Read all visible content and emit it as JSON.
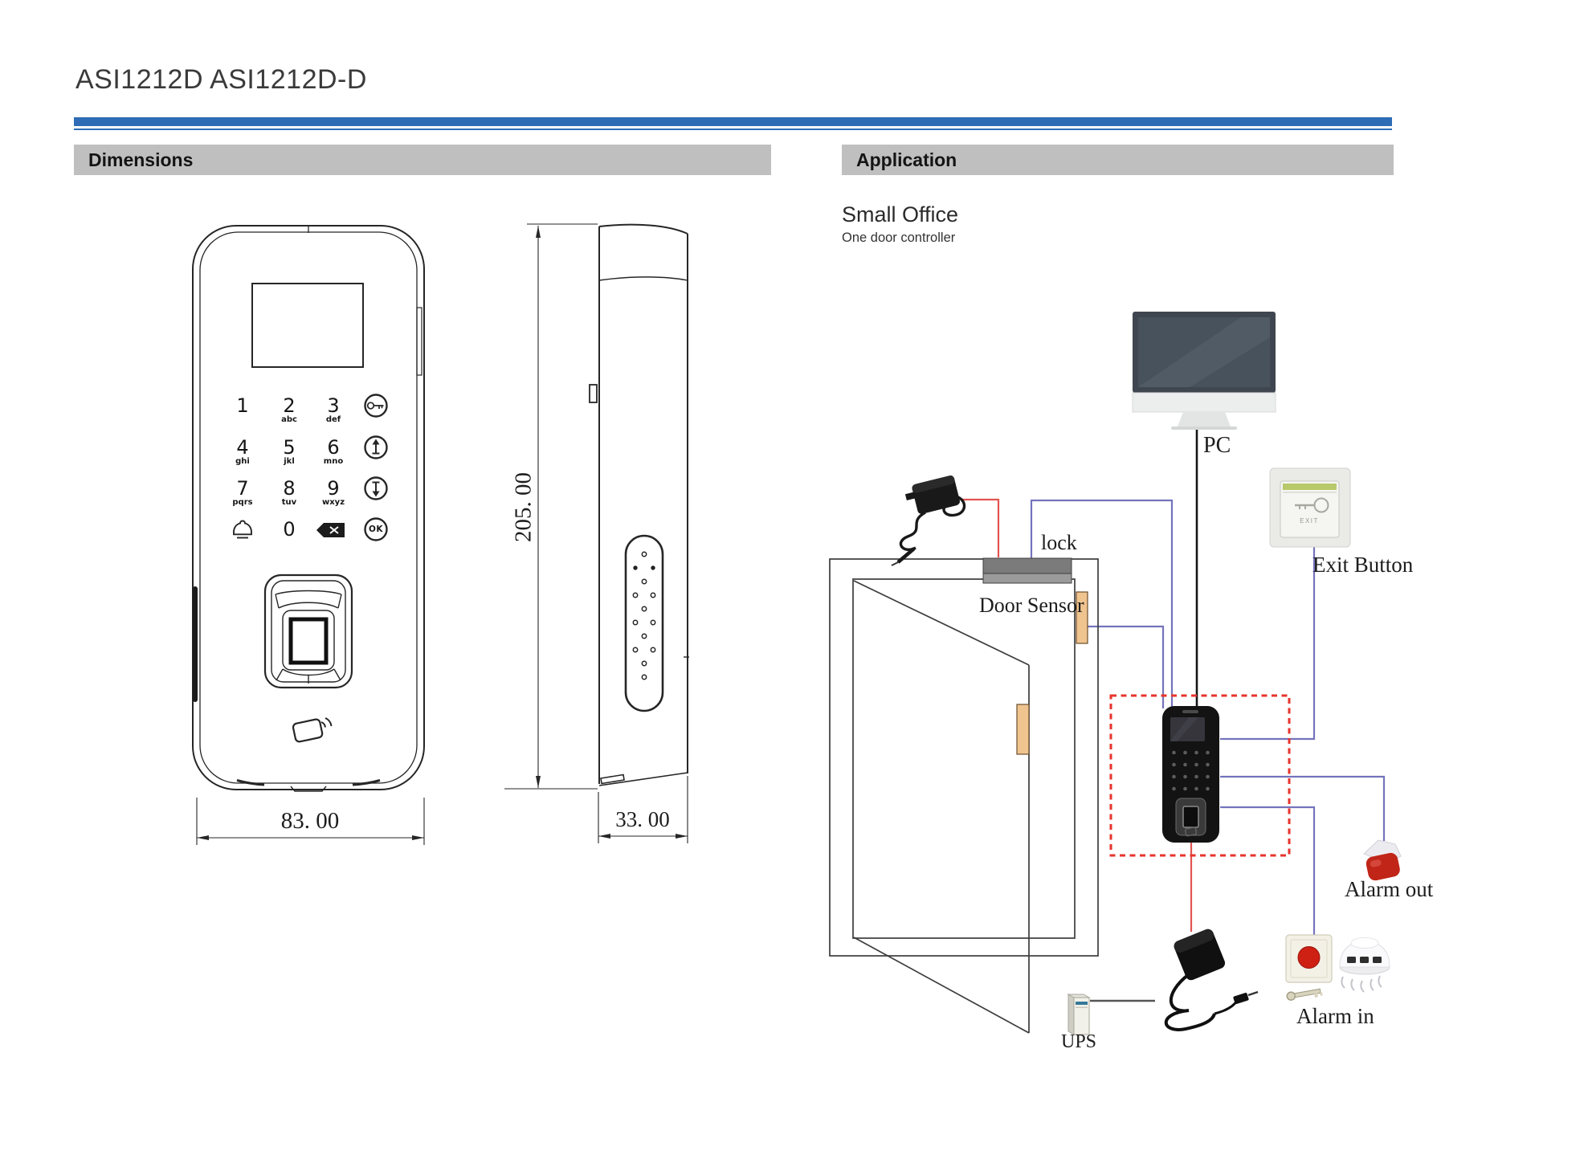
{
  "page": {
    "title": "ASI1212D ASI1212D-D"
  },
  "sections": {
    "dimensions": "Dimensions",
    "application": "Application"
  },
  "theme": {
    "rule_blue": "#2e6db5",
    "header_bg": "#bfbfbf",
    "wire_blue": "#7473bd",
    "wire_red": "#e25450",
    "wire_black": "#161616",
    "dashed_box_red": "#e7342c",
    "sensor_tan": "#f0c48f"
  },
  "dimensions_view": {
    "front_width": "83. 00",
    "side_height": "205. 00",
    "side_depth": "33. 00",
    "keypad": {
      "k1": "1",
      "k2": "2",
      "k3": "3",
      "k4": "4",
      "k5": "5",
      "k6": "6",
      "k7": "7",
      "k8": "8",
      "k9": "9",
      "k0": "0",
      "s2": "abc",
      "s3": "def",
      "s4": "ghi",
      "s5": "jkl",
      "s6": "mno",
      "s7": "pqrs",
      "s8": "tuv",
      "s9": "wxyz",
      "ok": "OK"
    },
    "icons": [
      "key-icon",
      "up-arrow-icon",
      "down-arrow-icon",
      "ok-button",
      "doorbell-icon",
      "backspace-icon",
      "fingerprint-reader",
      "card-swipe-icon",
      "speaker-grille"
    ]
  },
  "application": {
    "scenario_title": "Small Office",
    "scenario_subtitle": "One door controller",
    "labels": {
      "pc": "PC",
      "lock": "lock",
      "door_sensor": "Door Sensor",
      "exit_button": "Exit Button",
      "alarm_out": "Alarm out",
      "ups": "UPS",
      "alarm_in": "Alarm in"
    },
    "exit_plate_text": "EXIT"
  }
}
